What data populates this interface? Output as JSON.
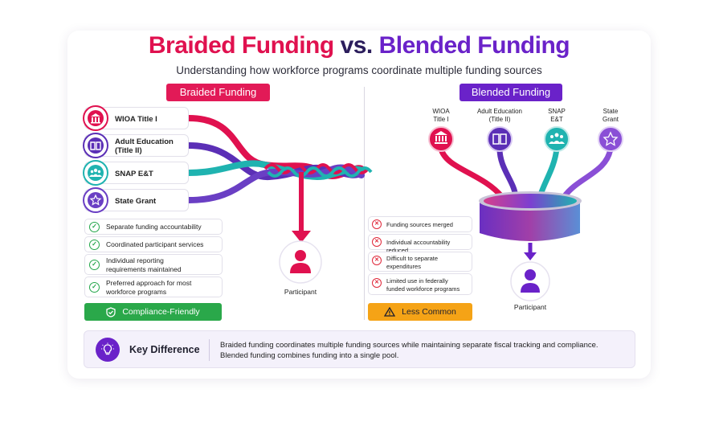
{
  "title": {
    "part1": "Braided Funding",
    "part2": "vs.",
    "part3": "Blended Funding"
  },
  "subtitle": "Understanding how workforce programs coordinate multiple funding sources",
  "braided": {
    "header": "Braided Funding",
    "sources": [
      {
        "label": "WIOA Title I",
        "icon": "bank-icon",
        "color": "#e0114f"
      },
      {
        "label": "Adult Education\n(Title II)",
        "icon": "book-icon",
        "color": "#5b2fb6"
      },
      {
        "label": "SNAP E&T",
        "icon": "people-icon",
        "color": "#1fb3b0"
      },
      {
        "label": "State Grant",
        "icon": "star-icon",
        "color": "#6a3fc4"
      }
    ],
    "benefits": [
      "Separate funding accountability",
      "Coordinated participant services",
      "Individual reporting\nrequirements maintained",
      "Preferred approach for most\nworkforce programs"
    ],
    "badge": "Compliance-Friendly",
    "participant": "Participant"
  },
  "blended": {
    "header": "Blended Funding",
    "sources": [
      {
        "label": "WIOA\nTitle I",
        "icon": "bank-icon",
        "color": "#e0114f"
      },
      {
        "label": "Adult Education\n(Title II)",
        "icon": "book-icon",
        "color": "#5b2fb6"
      },
      {
        "label": "SNAP\nE&T",
        "icon": "people-icon",
        "color": "#1fb3b0"
      },
      {
        "label": "State\nGrant",
        "icon": "star-icon",
        "color": "#8a4fd6"
      }
    ],
    "drawbacks": [
      "Funding sources merged",
      "Individual accountability reduced",
      "Difficult to separate\nexpenditures",
      "Limited use in federally\nfunded workforce programs"
    ],
    "badge": "Less Common",
    "participant": "Participant"
  },
  "key": {
    "title": "Key Difference",
    "text_line1": "Braided funding coordinates multiple funding sources while maintaining separate fiscal tracking and compliance.",
    "text_line2": "Blended funding combines funding into a single pool."
  },
  "colors": {
    "braided_accent": "#e21a57",
    "blended_accent": "#6a22c9",
    "teal": "#1fb3b0",
    "success": "#2aa84a",
    "warning": "#f5a316"
  }
}
